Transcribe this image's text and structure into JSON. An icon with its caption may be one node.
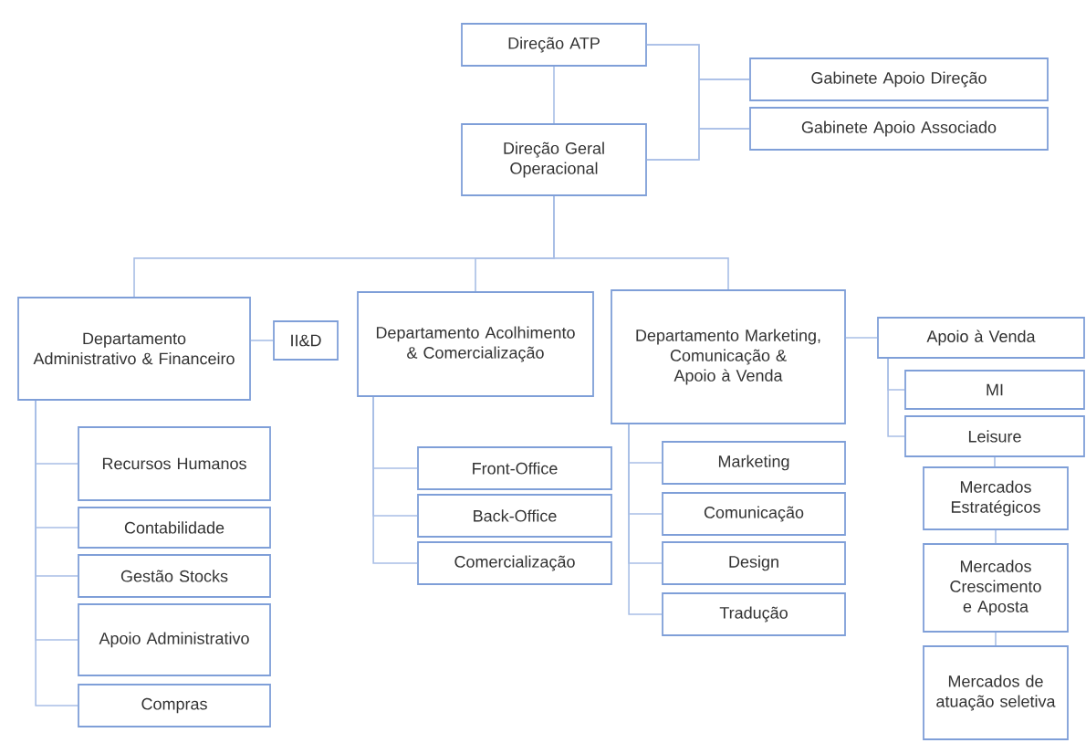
{
  "diagram": {
    "nodes": [
      {
        "text": [
          "Direção ATP"
        ]
      },
      {
        "text": [
          "Gabinete Apoio Direção"
        ]
      },
      {
        "text": [
          "Gabinete Apoio Associado"
        ]
      },
      {
        "text": [
          "Direção Geral Operacional"
        ]
      },
      {
        "text": [
          "Departamento Administrativo & Financeiro"
        ]
      },
      {
        "text": [
          "II&D"
        ]
      },
      {
        "text": [
          "Recursos Humanos"
        ]
      },
      {
        "text": [
          "Contabilidade"
        ]
      },
      {
        "text": [
          "Gestão Stocks"
        ]
      },
      {
        "text": [
          "Apoio Administrativo"
        ]
      },
      {
        "text": [
          "Compras"
        ]
      },
      {
        "text": [
          "Departamento Acolhimento & Comercialização"
        ]
      },
      {
        "text": [
          "Front-Office"
        ]
      },
      {
        "text": [
          "Back-Office"
        ]
      },
      {
        "text": [
          "Comercialização"
        ]
      },
      {
        "text": [
          "Departamento Marketing, Comunicação & Apoio à Venda"
        ]
      },
      {
        "text": [
          "Marketing"
        ]
      },
      {
        "text": [
          "Comunicação"
        ]
      },
      {
        "text": [
          "Design"
        ]
      },
      {
        "text": [
          "Tradução"
        ]
      },
      {
        "text": [
          "Apoio à Venda"
        ]
      },
      {
        "text": [
          "MI"
        ]
      },
      {
        "text": [
          "Leisure"
        ]
      },
      {
        "text": [
          "Mercados Estratégicos"
        ]
      },
      {
        "text": [
          "Mercados Crescimento e Aposta"
        ]
      },
      {
        "text": [
          "Mercados de atuação seletiva"
        ]
      }
    ],
    "edges": [
      {
        "from": 0,
        "to": 3,
        "arrow": "none"
      },
      {
        "from": 0,
        "to": 1,
        "arrow": "none"
      },
      {
        "from": 0,
        "to": 2,
        "arrow": "none"
      },
      {
        "from": 3,
        "to": 1,
        "arrow": "none"
      },
      {
        "from": 3,
        "to": 2,
        "arrow": "none"
      },
      {
        "from": 3,
        "to": 4,
        "arrow": "none"
      },
      {
        "from": 3,
        "to": 11,
        "arrow": "none"
      },
      {
        "from": 3,
        "to": 15,
        "arrow": "none"
      },
      {
        "from": 4,
        "to": 5,
        "arrow": "none"
      },
      {
        "from": 4,
        "to": 6,
        "arrow": "none"
      },
      {
        "from": 4,
        "to": 7,
        "arrow": "none"
      },
      {
        "from": 4,
        "to": 8,
        "arrow": "none"
      },
      {
        "from": 4,
        "to": 9,
        "arrow": "none"
      },
      {
        "from": 4,
        "to": 10,
        "arrow": "none"
      },
      {
        "from": 11,
        "to": 12,
        "arrow": "none"
      },
      {
        "from": 11,
        "to": 13,
        "arrow": "none"
      },
      {
        "from": 11,
        "to": 14,
        "arrow": "none"
      },
      {
        "from": 15,
        "to": 16,
        "arrow": "none"
      },
      {
        "from": 15,
        "to": 17,
        "arrow": "none"
      },
      {
        "from": 15,
        "to": 18,
        "arrow": "none"
      },
      {
        "from": 15,
        "to": 19,
        "arrow": "none"
      },
      {
        "from": 15,
        "to": 20,
        "arrow": "none"
      },
      {
        "from": 20,
        "to": 21,
        "arrow": "none"
      },
      {
        "from": 20,
        "to": 22,
        "arrow": "none"
      },
      {
        "from": 22,
        "to": 23,
        "arrow": "none"
      },
      {
        "from": 23,
        "to": 24,
        "arrow": "none"
      },
      {
        "from": 24,
        "to": 25,
        "arrow": "none"
      }
    ]
  }
}
